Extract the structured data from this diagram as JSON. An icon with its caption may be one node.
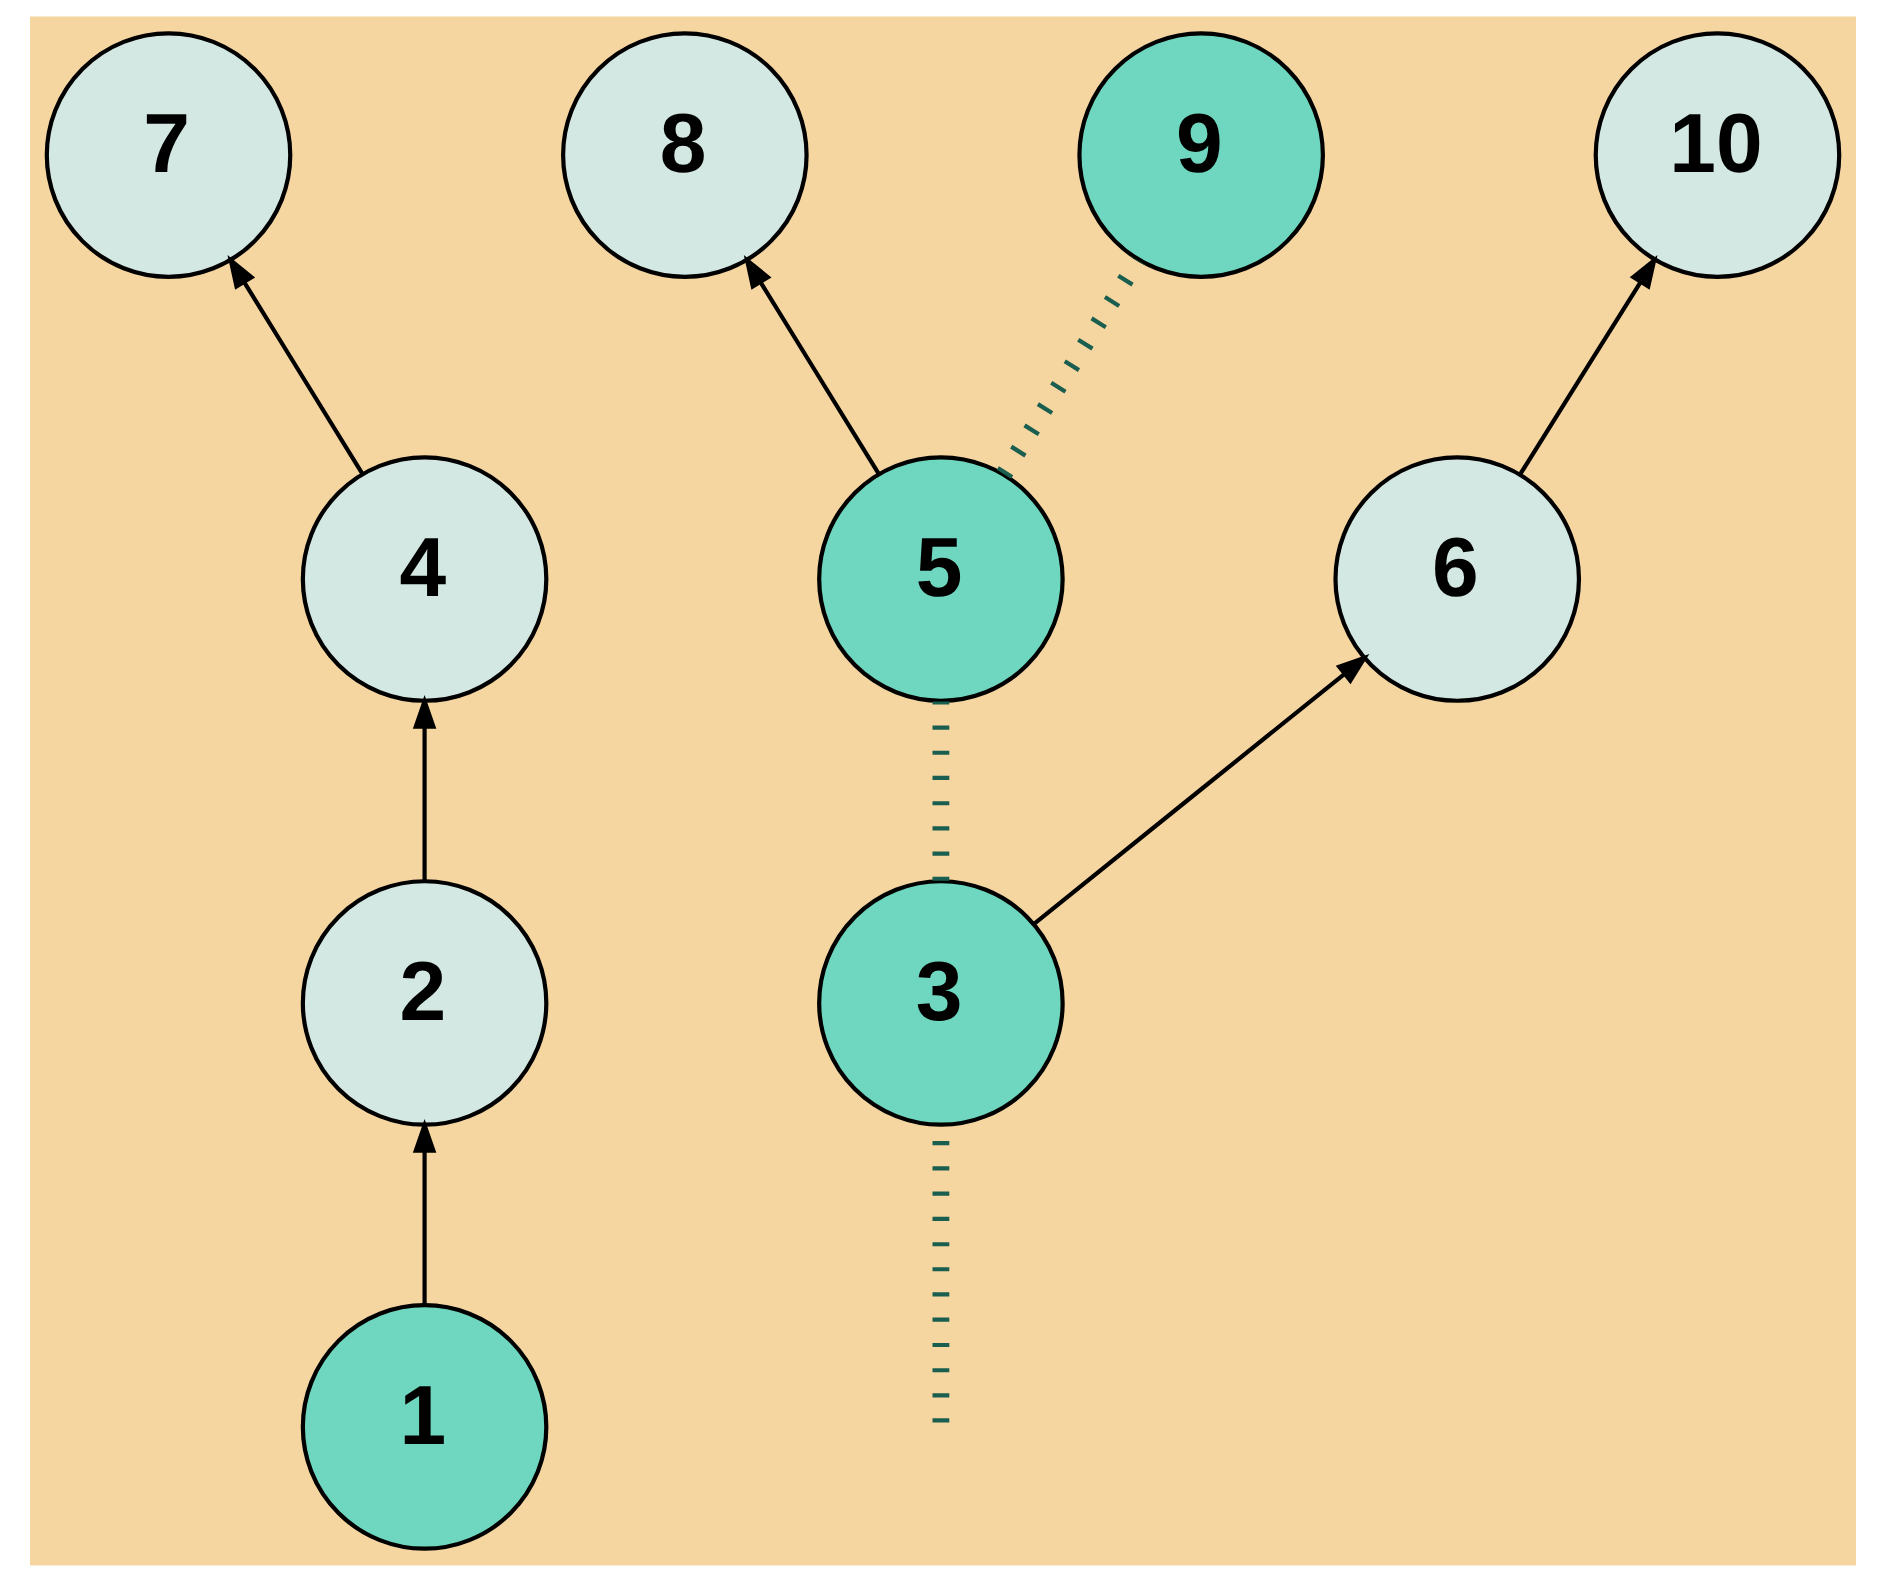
{
  "diagram": {
    "nodes": [
      {
        "text": [
          "7"
        ]
      },
      {
        "text": [
          "8"
        ]
      },
      {
        "text": [
          "9"
        ]
      },
      {
        "text": [
          "10"
        ]
      },
      {
        "text": [
          "4"
        ]
      },
      {
        "text": [
          "5"
        ]
      },
      {
        "text": [
          "6"
        ]
      },
      {
        "text": [
          "2"
        ]
      },
      {
        "text": [
          "3"
        ]
      },
      {
        "text": [
          "1"
        ]
      }
    ],
    "edges": [
      {
        "from": 9,
        "to": 7,
        "arrow": "to"
      },
      {
        "from": 7,
        "to": 4,
        "arrow": "to"
      },
      {
        "from": 4,
        "to": 0,
        "arrow": "to"
      },
      {
        "from": 5,
        "to": 1,
        "arrow": "to"
      },
      {
        "from": 8,
        "to": 6,
        "arrow": "to"
      },
      {
        "from": 6,
        "to": 3,
        "arrow": "to"
      },
      {
        "from": null,
        "to": 8,
        "arrow": "none",
        "style": "dashed",
        "color": "#1a5e4f"
      },
      {
        "from": 8,
        "to": 5,
        "arrow": "none",
        "style": "dashed",
        "color": "#1a5e4f"
      },
      {
        "from": 5,
        "to": 2,
        "arrow": "none",
        "style": "dashed",
        "color": "#1a5e4f"
      }
    ]
  }
}
